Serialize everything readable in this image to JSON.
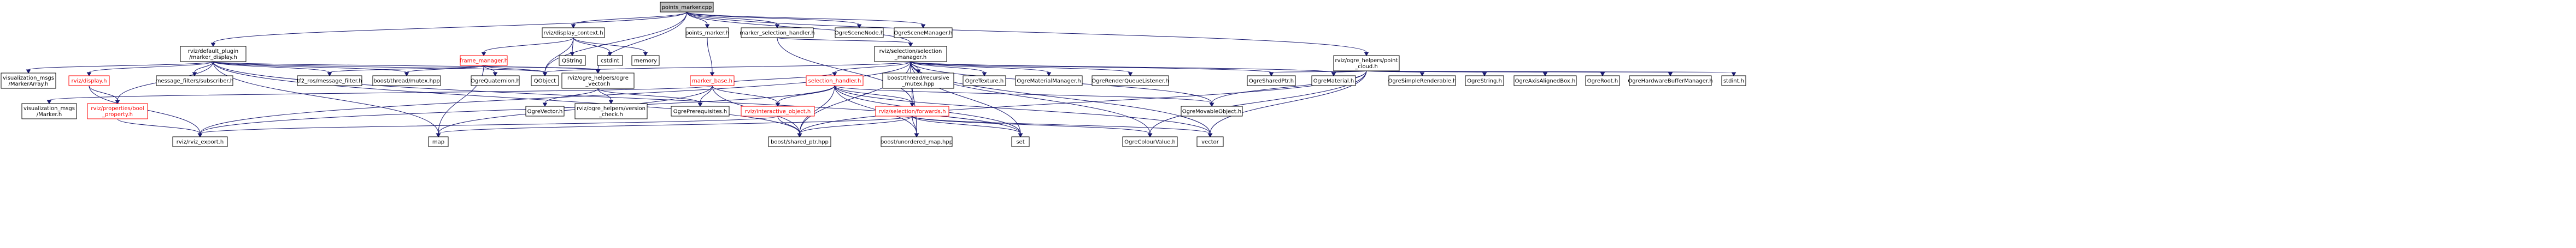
{
  "graph": {
    "title": "points_marker.cpp",
    "colors": {
      "edge": "#191970",
      "root_fill": "#bfbfbf",
      "red_label": "#ff0000",
      "node_fill": "#ffffff"
    },
    "nodes": [
      {
        "id": "root",
        "lines": [
          "points_marker.cpp"
        ],
        "style": "root"
      },
      {
        "id": "default_plugin",
        "lines": [
          "rviz/default_plugin",
          "/marker_display.h"
        ],
        "style": "normal"
      },
      {
        "id": "display_context",
        "lines": [
          "rviz/display_context.h"
        ],
        "style": "normal"
      },
      {
        "id": "points_marker_h",
        "lines": [
          "points_marker.h"
        ],
        "style": "normal"
      },
      {
        "id": "marker_selection_handler",
        "lines": [
          "marker_selection_handler.h"
        ],
        "style": "normal"
      },
      {
        "id": "ogre_scene_node",
        "lines": [
          "OgreSceneNode.h"
        ],
        "style": "normal"
      },
      {
        "id": "ogre_scene_manager",
        "lines": [
          "OgreSceneManager.h"
        ],
        "style": "normal"
      },
      {
        "id": "point_cloud",
        "lines": [
          "rviz/ogre_helpers/point",
          "_cloud.h"
        ],
        "style": "normal"
      },
      {
        "id": "viz_marker_array",
        "lines": [
          "visualization_msgs",
          "/MarkerArray.h"
        ],
        "style": "normal"
      },
      {
        "id": "rviz_display",
        "lines": [
          "rviz/display.h"
        ],
        "style": "red"
      },
      {
        "id": "msg_filters",
        "lines": [
          "message_filters/subscriber.h"
        ],
        "style": "normal"
      },
      {
        "id": "tf2_ros",
        "lines": [
          "tf2_ros/message_filter.h"
        ],
        "style": "normal"
      },
      {
        "id": "boost_mutex",
        "lines": [
          "boost/thread/mutex.hpp"
        ],
        "style": "normal"
      },
      {
        "id": "frame_manager",
        "lines": [
          "frame_manager.h"
        ],
        "style": "red"
      },
      {
        "id": "qstring",
        "lines": [
          "QString"
        ],
        "style": "normal"
      },
      {
        "id": "cstdint",
        "lines": [
          "cstdint"
        ],
        "style": "normal"
      },
      {
        "id": "memory",
        "lines": [
          "memory"
        ],
        "style": "normal"
      },
      {
        "id": "ogre_quaternion",
        "lines": [
          "OgreQuaternion.h"
        ],
        "style": "normal"
      },
      {
        "id": "qobject",
        "lines": [
          "QObject"
        ],
        "style": "normal"
      },
      {
        "id": "ogre_vector",
        "lines": [
          "rviz/ogre_helpers/ogre",
          "_vector.h"
        ],
        "style": "normal"
      },
      {
        "id": "marker_base",
        "lines": [
          "marker_base.h"
        ],
        "style": "red"
      },
      {
        "id": "selection_manager",
        "lines": [
          "rviz/selection/selection",
          "_manager.h"
        ],
        "style": "normal"
      },
      {
        "id": "selection_handler",
        "lines": [
          "selection_handler.h"
        ],
        "style": "red"
      },
      {
        "id": "boost_recursive",
        "lines": [
          "boost/thread/recursive",
          "_mutex.hpp"
        ],
        "style": "normal"
      },
      {
        "id": "ogre_texture",
        "lines": [
          "OgreTexture.h"
        ],
        "style": "normal"
      },
      {
        "id": "ogre_material_manager",
        "lines": [
          "OgreMaterialManager.h"
        ],
        "style": "normal"
      },
      {
        "id": "ogre_render_queue",
        "lines": [
          "OgreRenderQueueListener.h"
        ],
        "style": "normal"
      },
      {
        "id": "ogre_shared_ptr",
        "lines": [
          "OgreSharedPtr.h"
        ],
        "style": "normal"
      },
      {
        "id": "ogre_material",
        "lines": [
          "OgreMaterial.h"
        ],
        "style": "normal"
      },
      {
        "id": "ogre_simple_renderable",
        "lines": [
          "OgreSimpleRenderable.h"
        ],
        "style": "normal"
      },
      {
        "id": "ogre_string",
        "lines": [
          "OgreString.h"
        ],
        "style": "normal"
      },
      {
        "id": "ogre_axis_aligned",
        "lines": [
          "OgreAxisAlignedBox.h"
        ],
        "style": "normal"
      },
      {
        "id": "ogre_root",
        "lines": [
          "OgreRoot.h"
        ],
        "style": "normal"
      },
      {
        "id": "ogre_hw_buffer",
        "lines": [
          "OgreHardwareBufferManager.h"
        ],
        "style": "normal"
      },
      {
        "id": "stdint",
        "lines": [
          "stdint.h"
        ],
        "style": "normal"
      },
      {
        "id": "viz_marker",
        "lines": [
          "visualization_msgs",
          "/Marker.h"
        ],
        "style": "normal"
      },
      {
        "id": "bool_property",
        "lines": [
          "rviz/properties/bool",
          "_property.h"
        ],
        "style": "red"
      },
      {
        "id": "ogre_vector_h",
        "lines": [
          "OgreVector.h"
        ],
        "style": "normal"
      },
      {
        "id": "version_check",
        "lines": [
          "rviz/ogre_helpers/version",
          "_check.h"
        ],
        "style": "normal"
      },
      {
        "id": "ogre_prerequisites",
        "lines": [
          "OgrePrerequisites.h"
        ],
        "style": "normal"
      },
      {
        "id": "interactive_object",
        "lines": [
          "rviz/interactive_object.h"
        ],
        "style": "red"
      },
      {
        "id": "selection_forwards",
        "lines": [
          "rviz/selection/forwards.h"
        ],
        "style": "red"
      },
      {
        "id": "ogre_movable",
        "lines": [
          "OgreMovableObject.h"
        ],
        "style": "normal"
      },
      {
        "id": "rviz_export",
        "lines": [
          "rviz/rviz_export.h"
        ],
        "style": "normal"
      },
      {
        "id": "map",
        "lines": [
          "map"
        ],
        "style": "normal"
      },
      {
        "id": "shared_ptr",
        "lines": [
          "boost/shared_ptr.hpp"
        ],
        "style": "normal"
      },
      {
        "id": "unordered_map",
        "lines": [
          "boost/unordered_map.hpp"
        ],
        "style": "normal"
      },
      {
        "id": "set",
        "lines": [
          "set"
        ],
        "style": "normal"
      },
      {
        "id": "ogre_colour",
        "lines": [
          "OgreColourValue.h"
        ],
        "style": "normal"
      },
      {
        "id": "vector",
        "lines": [
          "vector"
        ],
        "style": "normal"
      }
    ]
  }
}
